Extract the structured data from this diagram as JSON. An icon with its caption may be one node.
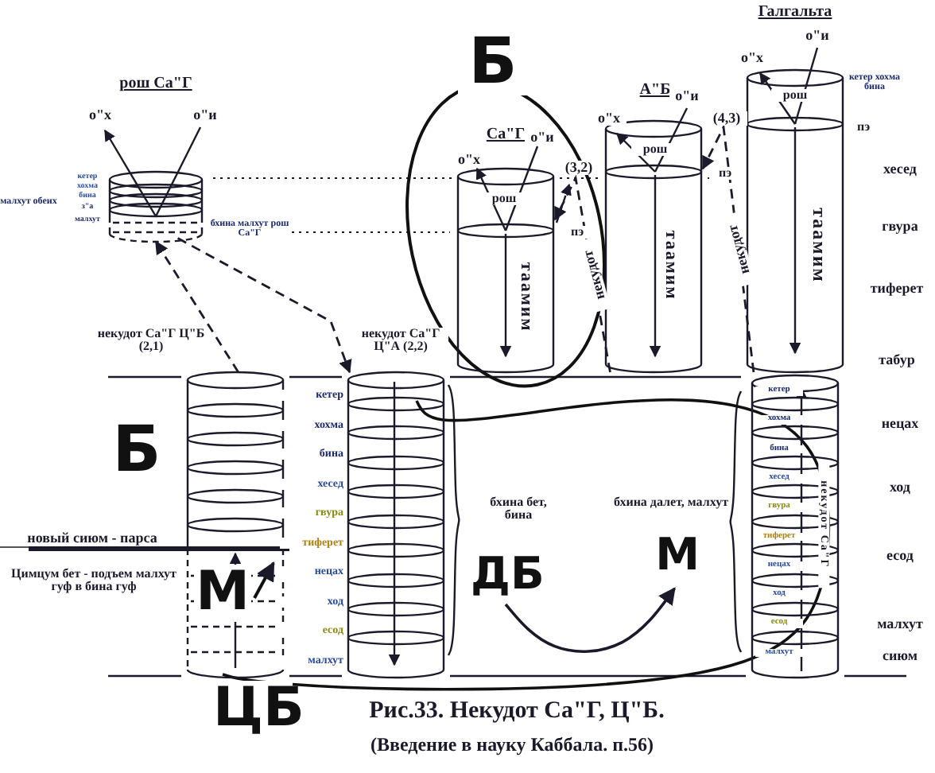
{
  "diagram": {
    "caption": "Рис.33. Некудот Са\"Г, Ц\"Б.",
    "nodes": [
      {
        "text": [
          "рош Са\"Г"
        ]
      },
      {
        "text": [
          "некудот Са\"Г Ц\"Б (2,1)"
        ]
      },
      {
        "text": [
          "некудот Са\"Г Ц\"А (2,2)"
        ]
      },
      {
        "text": [
          "Са\"Г",
          "рош",
          "таамим"
        ]
      },
      {
        "text": [
          "А\"Б",
          "рош",
          "таамим"
        ]
      },
      {
        "text": [
          "Галгальта",
          "рош",
          "таамим"
        ]
      },
      {
        "text": [
          "некудот Са\"Г"
        ]
      },
      {
        "text": [
          "ДБ"
        ]
      },
      {
        "text": [
          "М"
        ]
      }
    ],
    "edges": [
      {
        "from": 1,
        "to": 0,
        "arrow": "to",
        "style": "dashed"
      },
      {
        "from": 0,
        "to": 2,
        "arrow": "to",
        "style": "dashed"
      },
      {
        "from": 4,
        "to": 3,
        "arrow": "to",
        "style": "dashed",
        "label": "некудот"
      },
      {
        "from": 5,
        "to": 4,
        "arrow": "to",
        "style": "dashed",
        "label": "некудот"
      },
      {
        "from": 7,
        "to": 8,
        "arrow": "to"
      }
    ],
    "labels": [
      "Б",
      "о\"и",
      "о\"х",
      "о\"и",
      "о\"х",
      "о\"х",
      "о\"и",
      "о\"и",
      "о\"х",
      "кетер хохма бина",
      "пэ",
      "(4,3)",
      "(3,2)",
      "пэ",
      "хесед",
      "пэ",
      "гвура",
      "тиферет",
      "табур",
      "кетер",
      "хохма",
      "бина",
      "малхут обеих",
      "з\"а",
      "малхут",
      "бхина малхут рош Са\"Г",
      "Б",
      "новый сиюм - парса",
      "Цимцум бет - подъем малхут гуф в бина гуф",
      "М",
      "кетер",
      "хохма",
      "бина",
      "хесед",
      "гвура",
      "тиферет",
      "нецах",
      "ход",
      "есод",
      "малхут",
      "бхина бет, бина",
      "бхина далет, малхут",
      "кетер",
      "хохма",
      "бина",
      "хесед",
      "гвура",
      "тиферет",
      "нецах",
      "ход",
      "есод",
      "малхут",
      "нецах",
      "ход",
      "есод",
      "малхут",
      "сиюм",
      "ЦБ",
      "(Введение в науку Каббала. п.56)"
    ]
  }
}
